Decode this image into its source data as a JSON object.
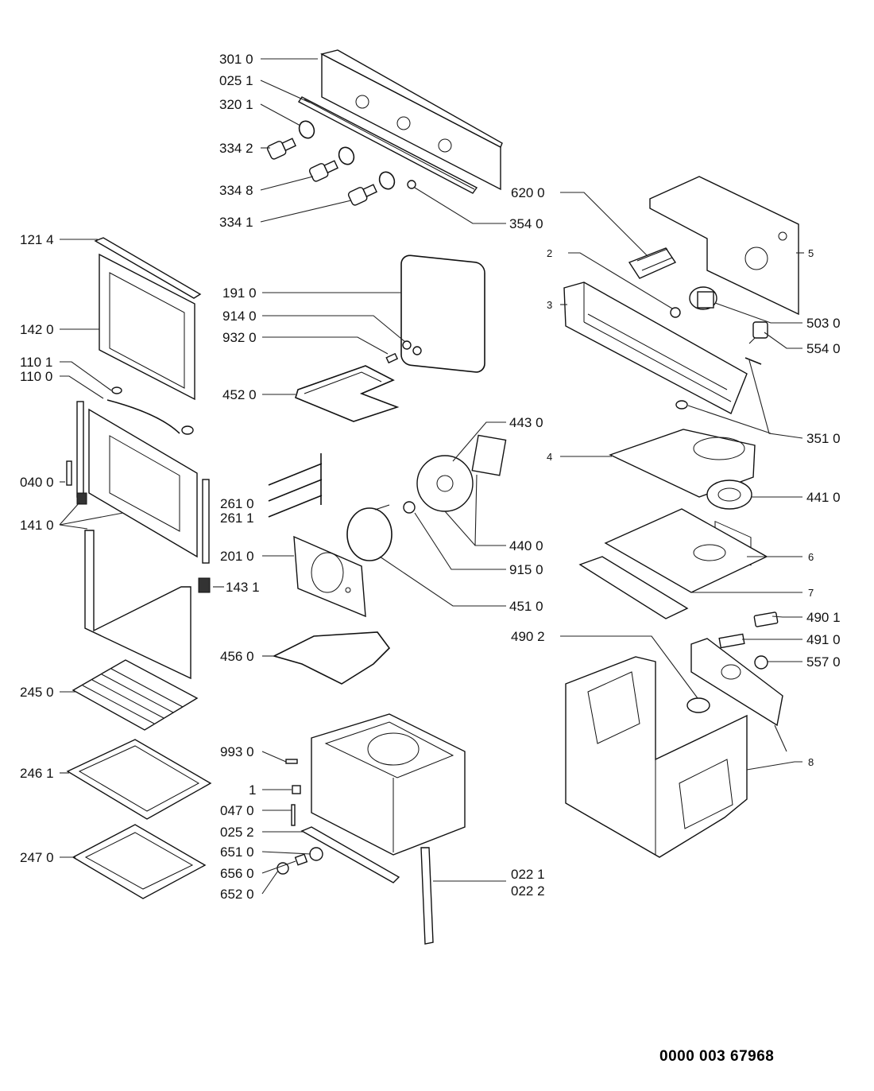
{
  "document_number": "0000 003 67968",
  "labels": {
    "l3010": "301 0",
    "l0251": "025 1",
    "l3201": "320 1",
    "l3342": "334 2",
    "l3348": "334 8",
    "l3341": "334 1",
    "l3540": "354 0",
    "l6200": "620 0",
    "l2": "2",
    "l3": "3",
    "l5": "5",
    "l5030": "503 0",
    "l5540": "554 0",
    "l3510": "351 0",
    "l1214": "121 4",
    "l1420": "142 0",
    "l1101": "110 1",
    "l1100": "110 0",
    "l0400": "040 0",
    "l1410": "141 0",
    "l1910": "191 0",
    "l9140": "914 0",
    "l9320": "932 0",
    "l4520": "452 0",
    "l4430": "443 0",
    "l4": "4",
    "l4410": "441 0",
    "l2610": "261 0",
    "l2611": "261 1",
    "l2010": "201 0",
    "l1431": "143 1",
    "l4400": "440 0",
    "l9150": "915 0",
    "l6": "6",
    "l7": "7",
    "l4510": "451 0",
    "l4901": "490 1",
    "l4902": "490 2",
    "l4910": "491 0",
    "l5570": "557 0",
    "l4560": "456 0",
    "l8": "8",
    "l2450": "245 0",
    "l2461": "246 1",
    "l2470": "247 0",
    "l9930": "993 0",
    "l1": "1",
    "l0470": "047 0",
    "l0252": "025 2",
    "l6510": "651 0",
    "l6560": "656 0",
    "l6520": "652 0",
    "l0221": "022 1",
    "l0222": "022 2"
  },
  "colors": {
    "ink": "#111111",
    "paper": "#ffffff"
  }
}
